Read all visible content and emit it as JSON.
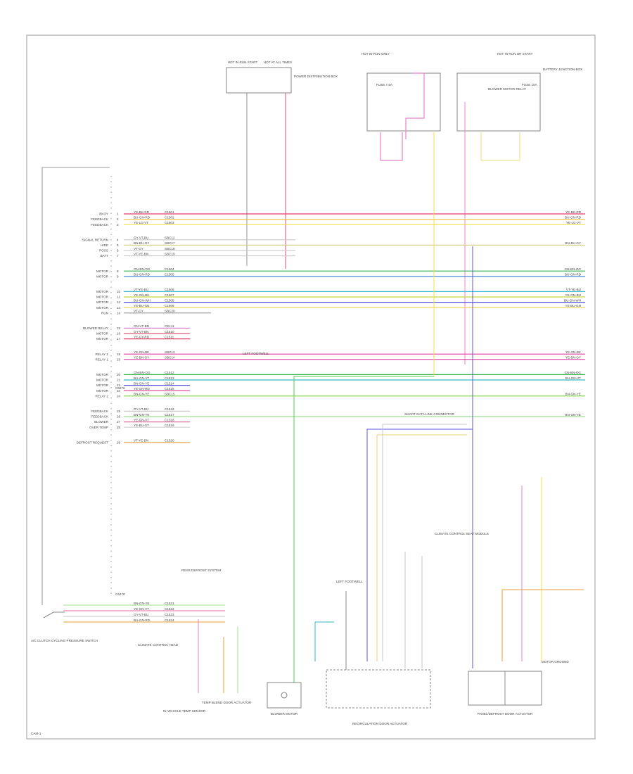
{
  "footer": {
    "page_marker": "CAM-1"
  },
  "connector": {
    "label_top": "C6276",
    "label_bottom": "C6276"
  },
  "left_wires": [
    {
      "name": "BKOY",
      "color_code": "YE-BK-RD",
      "circuit": "C1501",
      "end_code": "YE-BK-RD",
      "color": "#e83a6e",
      "group": 1
    },
    {
      "name": "FEEDBACK",
      "color_code": "BU-GN-RD",
      "circuit": "C1502",
      "end_code": "BU-GN-RD",
      "color": "#f3c74d",
      "group": 1
    },
    {
      "name": "FEEDBACK",
      "color_code": "YE-LG-VT",
      "circuit": "C1503",
      "end_code": "YE-LG-VT",
      "color": "#f0e040",
      "group": 1
    },
    {
      "name": "SIGNAL RETURN",
      "color_code": "GY-VT-BU",
      "circuit": "SBC12",
      "end_code": "",
      "color": "#c9c9c9",
      "group": 2
    },
    {
      "name": "HIDE",
      "color_code": "BN-BU-GY",
      "circuit": "SBC17",
      "end_code": "BN-BU-GY",
      "color": "#d6d28a",
      "group": 2
    },
    {
      "name": "POSS",
      "color_code": "VT-GY",
      "circuit": "SBC18",
      "end_code": "",
      "color": "#cfcfcf",
      "group": 2
    },
    {
      "name": "BATT",
      "color_code": "VT-YE-BN",
      "circuit": "SBC19",
      "end_code": "",
      "color": "#cfcfcf",
      "group": 2
    },
    {
      "name": "MOTOR",
      "color_code": "GN-BN-OG",
      "circuit": "C1504",
      "end_code": "GN-BN-OG",
      "color": "#37b24d",
      "group": 3
    },
    {
      "name": "MOTOR",
      "color_code": "BU-GN-RD",
      "circuit": "C1505",
      "end_code": "BU-GN-RD",
      "color": "#3a7dd8",
      "group": 3
    },
    {
      "name": "MOTOR",
      "color_code": "VT-YE-BU",
      "circuit": "C1506",
      "end_code": "VT-YE-BU",
      "color": "#3fb6c9",
      "group": 4
    },
    {
      "name": "MOTOR",
      "color_code": "YE-GN-BU",
      "circuit": "C1507",
      "end_code": "YE-GN-BU",
      "color": "#c9d640",
      "group": 4
    },
    {
      "name": "MOTOR",
      "color_code": "BU-GN-WH",
      "circuit": "C1508",
      "end_code": "BU-GN-WH",
      "color": "#5a55e0",
      "group": 4
    },
    {
      "name": "MOTOR",
      "color_code": "YE-BU-GN",
      "circuit": "C1509",
      "end_code": "YE-BU-GN",
      "color": "#f2d24a",
      "group": 4
    },
    {
      "name": "RUN",
      "color_code": "VT-GY",
      "circuit": "SBC20",
      "end_code": "",
      "color": "#999999",
      "group": 4
    },
    {
      "name": "BLOWER RELAY",
      "color_code": "GN-VT-BN",
      "circuit": "CEL11",
      "end_code": "",
      "color": "#d98bd0",
      "group": 5
    },
    {
      "name": "MOTOR",
      "color_code": "GY-VT-BN",
      "circuit": "C1510",
      "end_code": "",
      "color": "#e05a7a",
      "group": 5
    },
    {
      "name": "MOTOR",
      "color_code": "YE-GY-RD",
      "circuit": "C1511",
      "end_code": "",
      "color": "#e33a5a",
      "group": 5
    },
    {
      "name": "RELAY 1",
      "color_code": "YE-GN-BK",
      "circuit": "SBC13",
      "end_code": "YE-GN-BK",
      "color": "#e63aa0",
      "group": 6
    },
    {
      "name": "RELAY 1",
      "color_code": "YE-BN-GY",
      "circuit": "SBC14",
      "end_code": "YE-BN-GY",
      "color": "#d63aa8",
      "group": 6
    },
    {
      "name": "MOTOR",
      "color_code": "GN-BN-OG",
      "circuit": "C1512",
      "end_code": "GN-BN-OG",
      "color": "#37b24d",
      "group": 7
    },
    {
      "name": "MOTOR",
      "color_code": "BU-GN-VT",
      "circuit": "C1513",
      "end_code": "BU-GN-VT",
      "color": "#3fb6c9",
      "group": 7
    },
    {
      "name": "MOTOR",
      "color_code": "BN-GN-YE",
      "circuit": "C1514",
      "end_code": "",
      "color": "#5a55e0",
      "group": 7
    },
    {
      "name": "MOTOR",
      "color_code": "YE-GN-RD",
      "circuit": "C1515",
      "end_code": "",
      "color": "#e03a8a",
      "group": 7
    },
    {
      "name": "RELAY 2",
      "color_code": "BN-GN-YE",
      "circuit": "SBC15",
      "end_code": "BN-GN-YE",
      "color": "#7ed14d",
      "group": 7
    },
    {
      "name": "FEEDBACK",
      "color_code": "GY-VT-BU",
      "circuit": "C1516",
      "end_code": "",
      "color": "#c9c9c9",
      "group": 8
    },
    {
      "name": "FEEDBACK",
      "color_code": "BN-GN-YE",
      "circuit": "C1517",
      "end_code": "BN-GN-YE",
      "color": "#9fe08a",
      "group": 8
    },
    {
      "name": "BLOWER",
      "color_code": "YE-GN-VT",
      "circuit": "C1518",
      "end_code": "",
      "color": "#e86aa0",
      "group": 8
    },
    {
      "name": "OVER TEMP",
      "color_code": "YE-BU-GY",
      "circuit": "C1519",
      "end_code": "",
      "color": "#cfcfcf",
      "group": 8
    },
    {
      "name": "DEFROST REQUEST",
      "color_code": "VT-YE-BN",
      "circuit": "C1520",
      "end_code": "",
      "color": "#e8a03a",
      "group": 9
    }
  ],
  "bottom_wires": [
    {
      "name": "",
      "color_code": "BN-GN-YE",
      "circuit": "C1521",
      "color": "#9fe08a"
    },
    {
      "name": "",
      "color_code": "YE-GN-VT",
      "circuit": "C1522",
      "color": "#e86aa0"
    },
    {
      "name": "",
      "color_code": "GY-VT-BU",
      "circuit": "C1523",
      "color": "#c9c9c9"
    },
    {
      "name": "",
      "color_code": "BU-GN-RD",
      "circuit": "C1524",
      "color": "#e8a03a"
    }
  ],
  "components": {
    "top_left_fuse_a": "HOT IN RUN START",
    "top_left_fuse_b": "HOT AT ALL TIMES",
    "top_left_note": "POWER DISTRIBUTION BOX",
    "top_center": "HOT IN RUN ONLY",
    "top_right": "HOT IN RUN OR START",
    "top_right_note": "BATTERY JUNCTION BOX",
    "blower_relay_note": "BLOWER MOTOR RELAY",
    "fuse_left": "FUSE 7.5A",
    "fuse_right": "FUSE 10A",
    "run_note": "LEFT FOOTWELL",
    "hvac_note": "SMART DATA LINK CONNECTOR",
    "ground_note": "LEFT FOOTWELL",
    "climate_note": "CLIMATE CONTROL SEAT MODULE",
    "interior_temp_sensor": "IN-VEHICLE TEMP SENSOR",
    "temp_blend_actuator": "TEMP BLEND DOOR ACTUATOR",
    "blower_motor": "BLOWER MOTOR",
    "recirc_actuator": "RECIRCULATION DOOR ACTUATOR",
    "mode_actuator": "PANEL/DEFROST DOOR ACTUATOR",
    "switch_label": "A/C CLUTCH CYCLING PRESSURE SWITCH",
    "motor_ground": "MOTOR GROUND",
    "left_lower_note": "CLIMATE CONTROL HEAD",
    "rear_defrost": "REAR DEFROST SYSTEM"
  }
}
